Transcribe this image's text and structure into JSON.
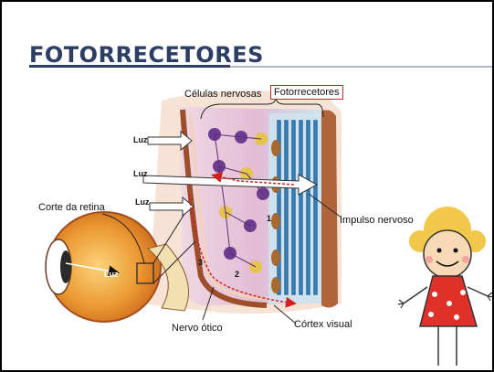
{
  "slide": {
    "title": "FOTORRECETORES"
  },
  "diagram": {
    "labels": {
      "celulas": "Células nervosas",
      "fotorrecetores": "Fotorrecetores",
      "luz1": "Luz",
      "luz2": "Luz",
      "luz3": "Luz",
      "luz_eye": "Luz",
      "corte": "Corte da retina",
      "impulso": "Impulso nervoso",
      "nervo": "Nervo ótico",
      "cortex": "Córtex visual",
      "n1": "1",
      "n2": "2",
      "n3": "3"
    }
  },
  "colors": {
    "title": "#2c3e63",
    "highlight_box": "#c0282b",
    "impulse": "#d42020",
    "retina_bg": "#e8c9dc",
    "photoreceptor_bg": "#c7e0ee",
    "eye_orange": "#e98a2b",
    "girl_dress": "#e0302a",
    "girl_hair": "#f2c84a"
  },
  "icons": [
    "eye-cross-section",
    "light-arrow",
    "girl-cartoon"
  ]
}
